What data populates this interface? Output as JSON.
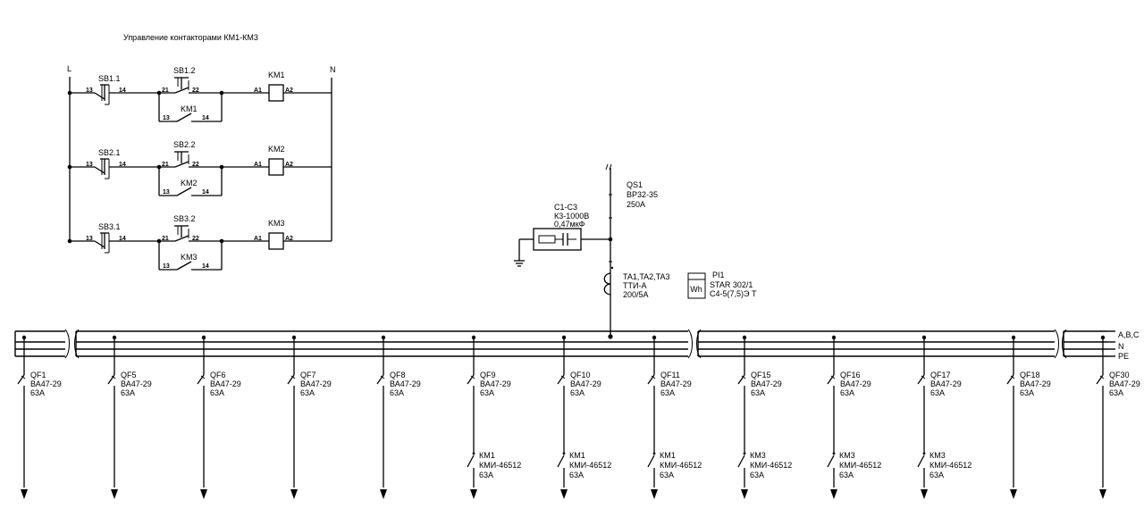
{
  "control": {
    "title": "Управление контакторами КМ1-КМ3",
    "l_label": "L",
    "n_label": "N",
    "rows": [
      {
        "sb_start": "SB1.1",
        "sb_stop": "SB1.2",
        "km": "KM1",
        "hold": "KM1"
      },
      {
        "sb_start": "SB2.1",
        "sb_stop": "SB2.2",
        "km": "KM2",
        "hold": "KM2"
      },
      {
        "sb_start": "SB3.1",
        "sb_stop": "SB3.2",
        "km": "KM3",
        "hold": "KM3"
      }
    ],
    "pins": {
      "p13": "13",
      "p14": "14",
      "p21": "21",
      "p22": "22",
      "a1": "A1",
      "a2": "A2"
    }
  },
  "input": {
    "qs": [
      "QS1",
      "ВР32-35",
      "250А"
    ],
    "cap": [
      "C1-C3",
      "К3-1000В",
      "0,47мкФ"
    ],
    "ct": [
      "TA1,TA2,TA3",
      "ТТИ-А",
      "200/5А"
    ],
    "meter": {
      "symbol": "Wh",
      "lines": [
        "PI1",
        "STAR 302/1",
        "C4-5(7,5)Э Т"
      ]
    }
  },
  "bus": {
    "l1": "A,B,C",
    "l2": "N",
    "l3": "PE"
  },
  "feeders": [
    {
      "qf": "QF1",
      "type": "ВА47-29",
      "rating": "63А",
      "km": null
    },
    {
      "qf": "QF5",
      "type": "ВА47-29",
      "rating": "63А",
      "km": null
    },
    {
      "qf": "QF6",
      "type": "ВА47-29",
      "rating": "63А",
      "km": null
    },
    {
      "qf": "QF7",
      "type": "ВА47-29",
      "rating": "63А",
      "km": null
    },
    {
      "qf": "QF8",
      "type": "ВА47-29",
      "rating": "63А",
      "km": null
    },
    {
      "qf": "QF9",
      "type": "ВА47-29",
      "rating": "63А",
      "km": {
        "name": "КМ1",
        "type": "КМИ-46512",
        "rating": "63А"
      }
    },
    {
      "qf": "QF10",
      "type": "ВА47-29",
      "rating": "63А",
      "km": {
        "name": "КМ1",
        "type": "КМИ-46512",
        "rating": "63А"
      }
    },
    {
      "qf": "QF11",
      "type": "ВА47-29",
      "rating": "63А",
      "km": {
        "name": "КМ1",
        "type": "КМИ-46512",
        "rating": "63А"
      }
    },
    {
      "qf": "QF15",
      "type": "ВА47-29",
      "rating": "63А",
      "km": {
        "name": "КМ3",
        "type": "КМИ-46512",
        "rating": "63А"
      }
    },
    {
      "qf": "QF16",
      "type": "ВА47-29",
      "rating": "63А",
      "km": {
        "name": "КМ3",
        "type": "КМИ-46512",
        "rating": "63А"
      }
    },
    {
      "qf": "QF17",
      "type": "ВА47-29",
      "rating": "63А",
      "km": {
        "name": "КМ3",
        "type": "КМИ-46512",
        "rating": "63А"
      }
    },
    {
      "qf": "QF18",
      "type": "ВА47-29",
      "rating": "63А",
      "km": null
    },
    {
      "qf": "QF30",
      "type": "ВА47-29",
      "rating": "63А",
      "km": null
    }
  ]
}
